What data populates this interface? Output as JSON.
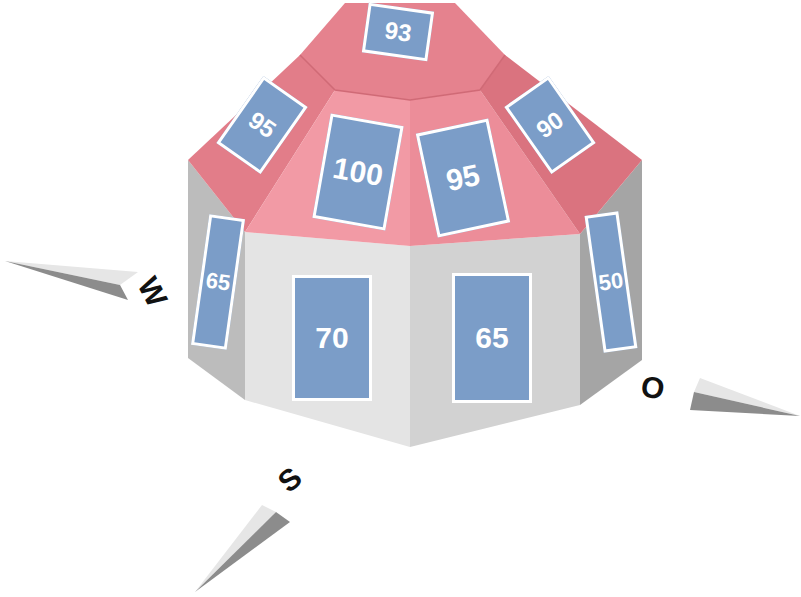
{
  "diagram": {
    "nodes": [
      {
        "text": [
          "93"
        ]
      },
      {
        "text": [
          "95"
        ]
      },
      {
        "text": [
          "100"
        ]
      },
      {
        "text": [
          "95"
        ]
      },
      {
        "text": [
          "90"
        ]
      },
      {
        "text": [
          "65"
        ]
      },
      {
        "text": [
          "70"
        ]
      },
      {
        "text": [
          "65"
        ]
      },
      {
        "text": [
          "50"
        ]
      }
    ],
    "labels": [
      "W",
      "S",
      "O"
    ]
  }
}
